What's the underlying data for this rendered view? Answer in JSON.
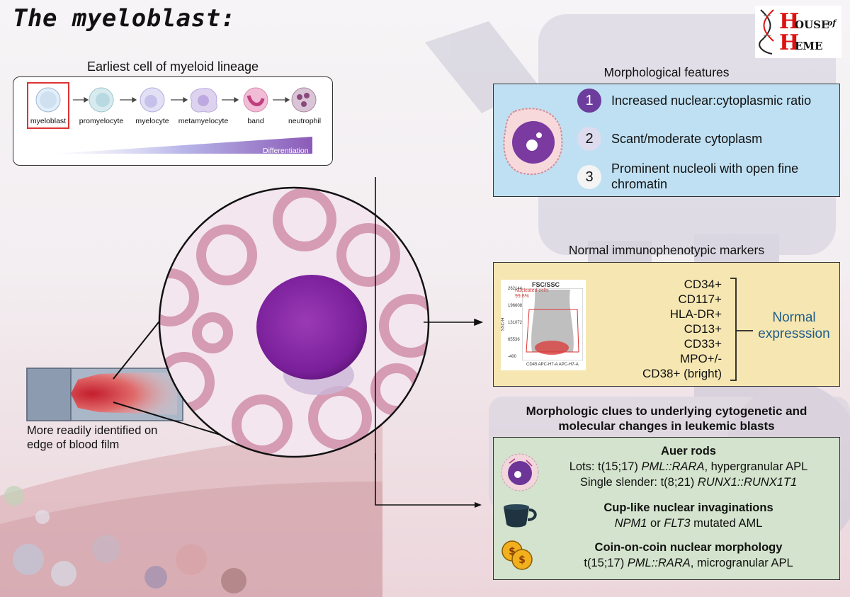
{
  "title": "The myeloblast:",
  "logo": {
    "prefix_big": "H",
    "prefix_rest": "OUSE",
    "of": "of",
    "suffix_big": "H",
    "suffix_rest": "EME"
  },
  "lineage": {
    "heading": "Earliest cell of myeloid lineage",
    "cells": [
      "myeloblast",
      "promyelocyte",
      "myelocyte",
      "metamyelocyte",
      "band",
      "neutrophil"
    ],
    "gradient_label": "Differentiation"
  },
  "slide_caption": [
    "More readily identified on",
    "edge of blood film"
  ],
  "morphology": {
    "heading": "Morphological features",
    "features": [
      {
        "number": "1",
        "text": [
          "Increased nuclear:cytoplasmic ratio"
        ]
      },
      {
        "number": "2",
        "text": [
          "Scant/moderate cytoplasm"
        ]
      },
      {
        "number": "3",
        "text": [
          "Prominent nucleoli with open fine",
          "chromatin"
        ]
      }
    ]
  },
  "immuno": {
    "heading": "Normal immunophenotypic markers",
    "markers": [
      "CD34+",
      "CD117+",
      "HLA-DR+",
      "CD13+",
      "CD33+",
      "MPO+/-",
      "CD38+ (bright)"
    ],
    "bracket_label": [
      "Normal",
      "expresssion"
    ],
    "flow_plot": {
      "title": "FSC/SSC",
      "gate_label": "Nucleated cells",
      "gate_percent": "99.8%",
      "y_axis": "SSC-H",
      "x_axis": "CD45 APC-H7-A APC-H7-A",
      "y_ticks": [
        "262144",
        "196608",
        "131072",
        "65536",
        "-400"
      ]
    }
  },
  "clues": {
    "heading": [
      "Morphologic clues to underlying cytogenetic and",
      "molecular changes in leukemic blasts"
    ],
    "items": [
      {
        "icon": "auer-rod-cell-icon",
        "title": "Auer rods",
        "lines": [
          {
            "pre": "Lots: t(15;17) ",
            "em": "PML::RARA",
            "post": ", hypergranular APL"
          },
          {
            "pre": "Single slender: t(8;21) ",
            "em": "RUNX1::RUNX1T1",
            "post": ""
          }
        ]
      },
      {
        "icon": "cup-icon",
        "title": "Cup-like nuclear invaginations",
        "lines": [
          {
            "pre": "",
            "em": "NPM1",
            "post": " or "
          },
          {
            "pre": "",
            "em": "FLT3",
            "post": " mutated AML"
          }
        ]
      },
      {
        "icon": "coins-icon",
        "title": "Coin-on-coin nuclear morphology",
        "lines": [
          {
            "pre": "t(15;17) ",
            "em": "PML::RARA",
            "post": ", microgranular APL"
          }
        ]
      }
    ]
  },
  "colors": {
    "blue_box": "#bfe0f2",
    "yellow_box": "#f6e7b2",
    "green_box": "#d3e3cd",
    "accent_purple": "#6a3a9a",
    "red_highlight": "#d63a3a",
    "normal_text": "#1f5c8a"
  }
}
